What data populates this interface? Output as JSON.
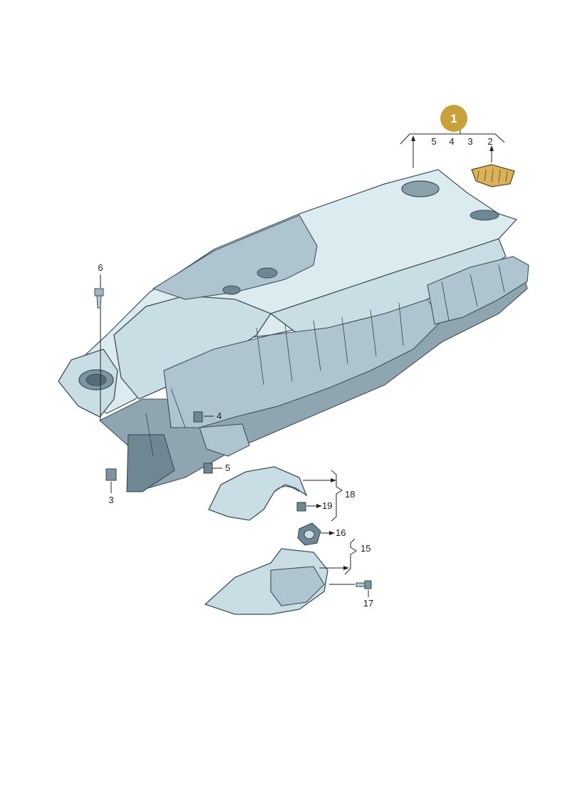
{
  "figure": {
    "badge": {
      "number": "1",
      "color": "#c9a13b"
    },
    "top_callouts": [
      "5",
      "4",
      "3",
      "2"
    ],
    "callouts": [
      {
        "id": "c6",
        "label": "6"
      },
      {
        "id": "c4",
        "label": "4"
      },
      {
        "id": "c5",
        "label": "5"
      },
      {
        "id": "c3",
        "label": "3"
      },
      {
        "id": "c18",
        "label": "18"
      },
      {
        "id": "c19",
        "label": "19"
      },
      {
        "id": "c16",
        "label": "16"
      },
      {
        "id": "c15",
        "label": "15"
      },
      {
        "id": "c17",
        "label": "17"
      }
    ],
    "colors": {
      "part_fill": "#c9dde5",
      "part_outline": "#3d4f58",
      "highlight": "#d9b25a"
    }
  }
}
